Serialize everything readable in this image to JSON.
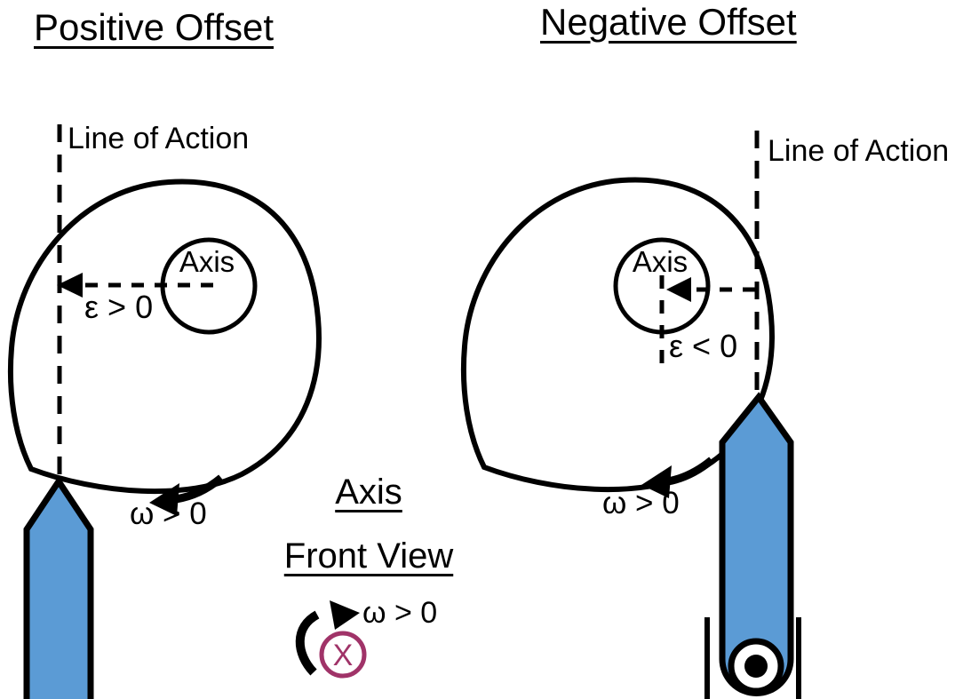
{
  "left_diagram": {
    "title": "Positive Offset",
    "line_of_action": "Line of Action",
    "axis": "Axis",
    "offset": "ε > 0",
    "omega": "ω > 0"
  },
  "right_diagram": {
    "title": "Negative Offset",
    "line_of_action": "Line of Action",
    "axis": "Axis",
    "offset": "ε < 0",
    "omega": "ω > 0"
  },
  "front_view": {
    "axis": "Axis",
    "title": "Front View",
    "omega": "ω > 0",
    "symbol": "X"
  },
  "colors": {
    "follower_fill": "#5B9BD5",
    "outline": "#000000",
    "into_page_symbol": "#A03368"
  }
}
